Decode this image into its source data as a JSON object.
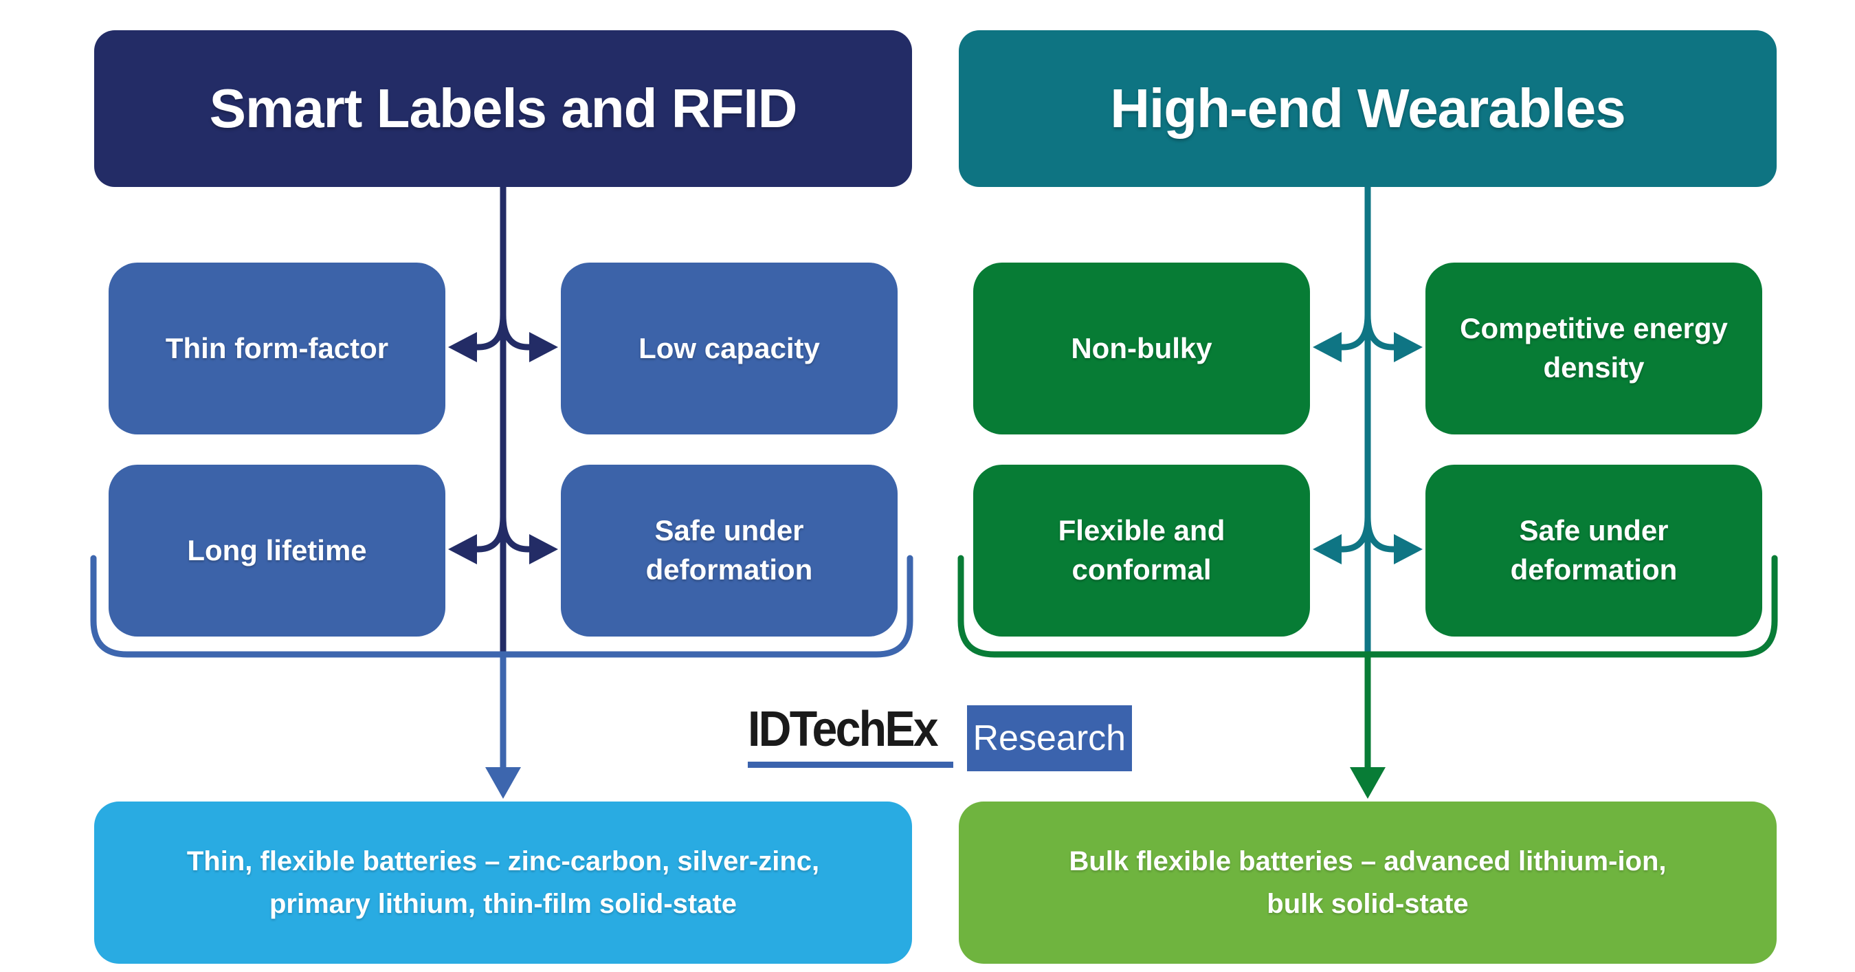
{
  "colors": {
    "left_header_bg": "#232C66",
    "left_box_bg": "#3C63A9",
    "left_trunk": "#232C66",
    "left_bracket": "#3D66AE",
    "left_outcome_bg": "#29ABE2",
    "right_header_bg": "#0E7482",
    "right_box_bg": "#077C35",
    "right_trunk": "#0F7584",
    "right_bracket": "#087C36",
    "right_outcome_bg": "#6FB43F",
    "logo_blue": "#3B63AD",
    "logo_text": "#1A1A1A"
  },
  "left": {
    "header": "Smart Labels and RFID",
    "features": [
      {
        "label": "Thin form-factor"
      },
      {
        "label": "Low capacity"
      },
      {
        "label": "Long lifetime"
      },
      {
        "label": "Safe under deformation"
      }
    ],
    "outcome": {
      "lines": [
        "Thin, flexible batteries – zinc-carbon, silver-zinc,",
        "primary lithium, thin-film solid-state"
      ]
    }
  },
  "right": {
    "header": "High-end Wearables",
    "features": [
      {
        "label": "Non-bulky"
      },
      {
        "label": "Competitive energy density"
      },
      {
        "label": "Flexible and conformal"
      },
      {
        "label": "Safe under deformation"
      }
    ],
    "outcome": {
      "lines": [
        "Bulk flexible batteries – advanced lithium-ion,",
        "bulk solid-state"
      ]
    }
  },
  "logo": {
    "brand": "IDTechEx",
    "suffix": "Research"
  }
}
